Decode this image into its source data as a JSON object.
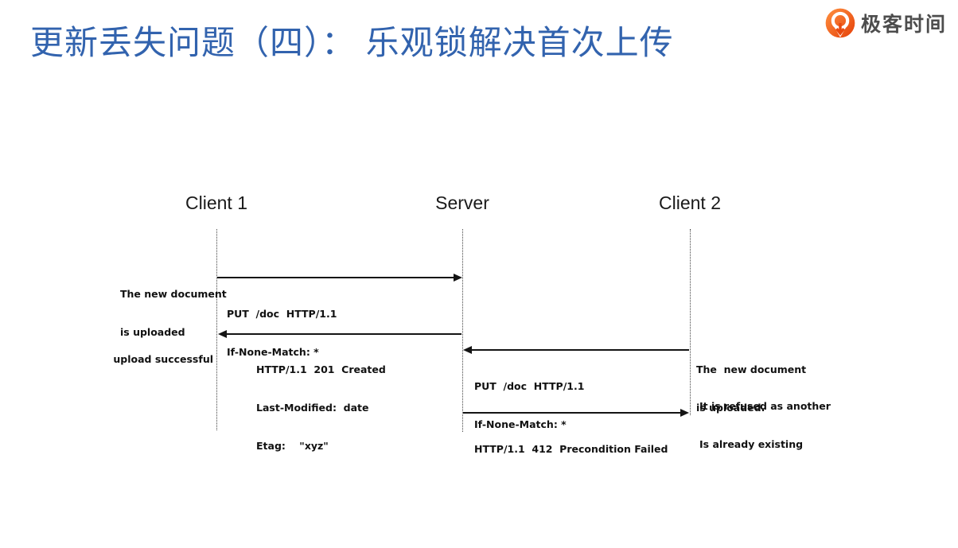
{
  "slide": {
    "title": "更新丢失问题（四）： 乐观锁解决首次上传",
    "title_color": "#3263AE"
  },
  "logo": {
    "brand": "极客时间",
    "accent_color": "#F2561B"
  },
  "diagram": {
    "lifelines": [
      {
        "label": "Client 1"
      },
      {
        "label": "Server"
      },
      {
        "label": "Client 2"
      }
    ],
    "messages": [
      {
        "from": "Client 1",
        "to": "Server",
        "direction": "right",
        "lines": [
          "PUT  /doc  HTTP/1.1",
          "If-None-Match: *"
        ]
      },
      {
        "from": "Server",
        "to": "Client 1",
        "direction": "left",
        "lines": [
          "HTTP/1.1  201  Created",
          "Last-Modified:  date",
          "Etag:    \"xyz\""
        ]
      },
      {
        "from": "Client 2",
        "to": "Server",
        "direction": "left",
        "lines": [
          "PUT  /doc  HTTP/1.1",
          "If-None-Match: *"
        ]
      },
      {
        "from": "Server",
        "to": "Client 2",
        "direction": "right",
        "lines": [
          "HTTP/1.1  412  Precondition Failed"
        ]
      }
    ],
    "notes": [
      {
        "side": "left",
        "lines": [
          "The new document",
          "is uploaded"
        ]
      },
      {
        "side": "left",
        "lines": [
          "upload successful"
        ]
      },
      {
        "side": "right",
        "lines": [
          "The  new document",
          "is uploaded."
        ]
      },
      {
        "side": "right",
        "lines": [
          "It is refused as another",
          "Is already existing"
        ]
      }
    ]
  }
}
